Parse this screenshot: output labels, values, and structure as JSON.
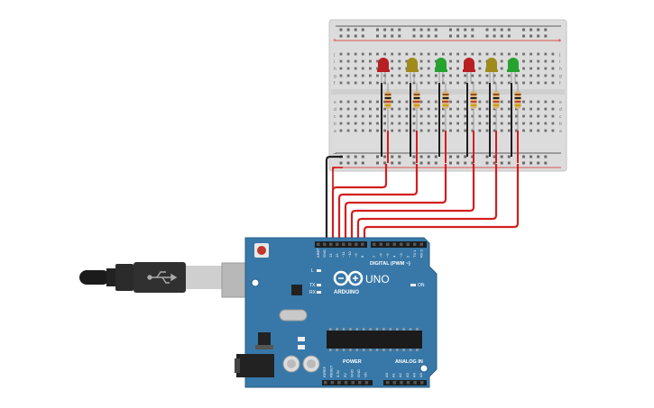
{
  "board": {
    "brand": "ARDUINO",
    "model": "UNO",
    "digital_label": "DIGITAL (PWM ~)",
    "power_label": "POWER",
    "analog_label": "ANALOG IN",
    "on_label": "ON",
    "l_label": "L",
    "tx_label": "TX",
    "rx_label": "RX",
    "digital_pins": [
      "AREF",
      "GND",
      "13",
      "12",
      "~11",
      "~10",
      "~9",
      "8",
      "7",
      "~6",
      "~5",
      "4",
      "~3",
      "2",
      "TX 1",
      "RX 0"
    ],
    "power_pins": [
      "IOREF",
      "RESET",
      "3.3V",
      "5V",
      "GND",
      "GND",
      "Vin"
    ],
    "analog_pins": [
      "A0",
      "A1",
      "A2",
      "A3",
      "A4",
      "A5"
    ],
    "color": "#3778a8"
  },
  "breadboard": {
    "row_letters_top": [
      "j",
      "i",
      "h",
      "g",
      "f"
    ],
    "row_letters_bottom": [
      "e",
      "d",
      "c",
      "b",
      "a"
    ],
    "plus_label": "+",
    "minus_label": "−"
  },
  "leds": [
    {
      "color_name": "red",
      "color": "#b81f22"
    },
    {
      "color_name": "yellow",
      "color": "#a08a1c"
    },
    {
      "color_name": "green",
      "color": "#26a22e"
    },
    {
      "color_name": "red",
      "color": "#b81f22"
    },
    {
      "color_name": "yellow",
      "color": "#a08a1c"
    },
    {
      "color_name": "green",
      "color": "#26a22e"
    }
  ],
  "wires": {
    "signal_color": "#d41e1e",
    "ground_color": "#222222"
  },
  "usb": {
    "icon": "usb-icon"
  }
}
